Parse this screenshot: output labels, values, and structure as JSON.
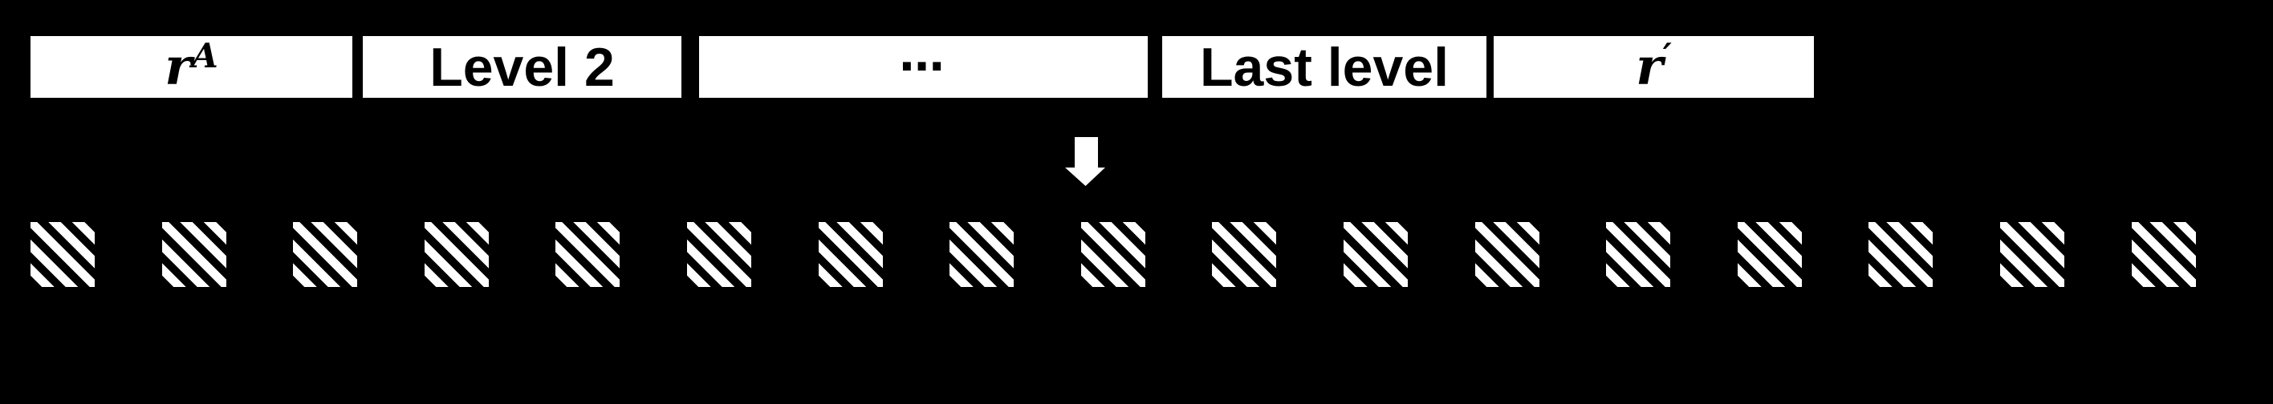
{
  "figure": {
    "description": "levels-to-blocks mapping diagram",
    "background_color": "#000000",
    "box_fill_color": "#ffffff",
    "box_text_color": "#000000",
    "arrow_color": "#ffffff"
  },
  "levels": [
    {
      "type": "math",
      "base": "r",
      "sup": "A"
    },
    {
      "type": "text",
      "label": "Level 2"
    },
    {
      "type": "text",
      "label": "⋯"
    },
    {
      "type": "text",
      "label": "Last level"
    },
    {
      "type": "math",
      "base": "r",
      "sup": "′"
    }
  ],
  "arrow": {
    "direction": "down"
  },
  "blocks": {
    "count": 17,
    "pattern": "diagonal-hatch",
    "stripe_color": "#000000",
    "fill_color": "#ffffff"
  }
}
